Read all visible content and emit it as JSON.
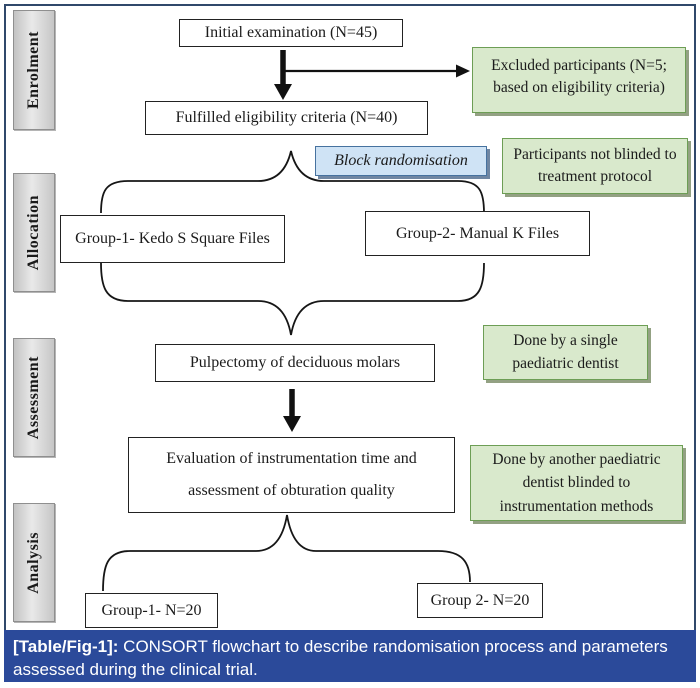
{
  "stages": {
    "enrolment": "Enrolment",
    "allocation": "Allocation",
    "assessment": "Assessment",
    "analysis": "Analysis"
  },
  "boxes": {
    "initial": "Initial examination (N=45)",
    "fulfilled": "Fulfilled eligibility criteria (N=40)",
    "block_randomisation": "Block randomisation",
    "group1": "Group-1- Kedo S Square Files",
    "group2": "Group-2- Manual K Files",
    "pulpectomy": "Pulpectomy of deciduous molars",
    "evaluation_line1": "Evaluation of instrumentation time and",
    "evaluation_line2": "assessment of obturation quality",
    "group1_n": "Group-1- N=20",
    "group2_n": "Group 2- N=20"
  },
  "notes": {
    "excluded": "Excluded participants (N=5; based on eligibility criteria)",
    "not_blinded": "Participants not blinded to treatment protocol",
    "single_dentist": "Done by a single paediatric dentist",
    "another_dentist": "Done by another paediatric dentist blinded to instrumentation methods"
  },
  "caption": {
    "label": "[Table/Fig-1]:",
    "text": " CONSORT flowchart to describe randomisation process and parameters assessed during the clinical trial."
  },
  "colors": {
    "note_fill": "#d9e9cc",
    "note_border": "#6d9e55",
    "note_shadow": "#93a183",
    "randomisation_fill": "#cfe3f5",
    "randomisation_border": "#46729f",
    "caption_bg": "#2b4a9a",
    "frame_border": "#30486b",
    "stage_fill_light": "#e9e9e9",
    "stage_fill_dark": "#c3c3c3",
    "line_color": "#111111"
  }
}
